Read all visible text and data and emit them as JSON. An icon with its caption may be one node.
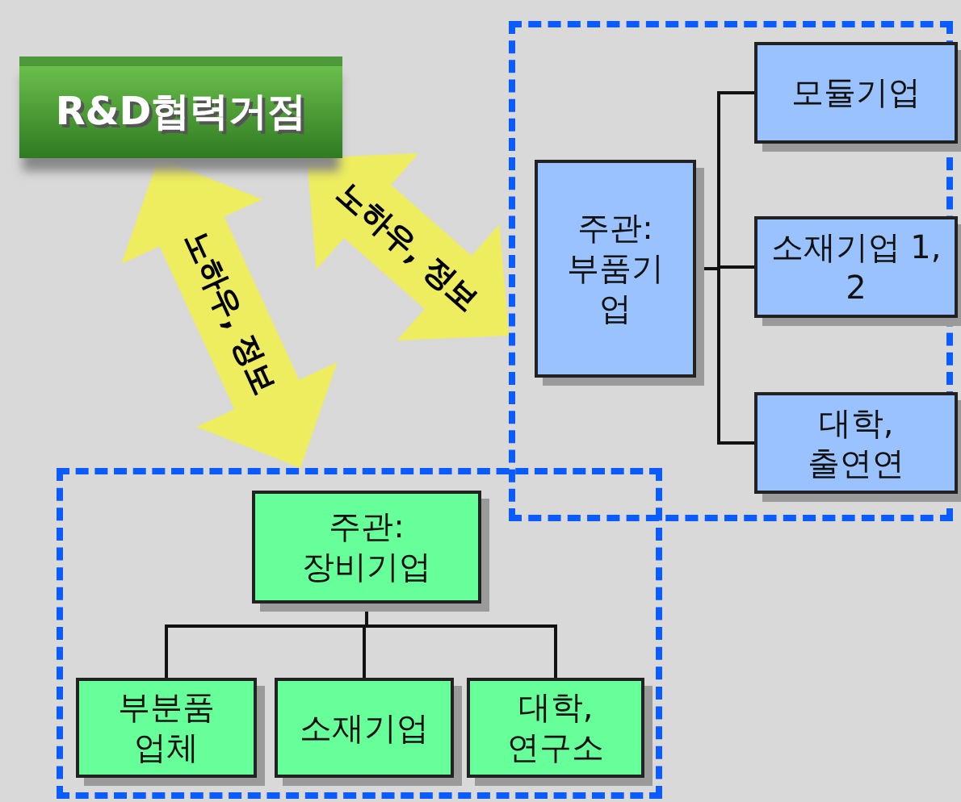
{
  "diagram": {
    "nodes": [
      {
        "text": [
          "R&D협력거점"
        ]
      },
      {
        "text": [],
        "shape": "box"
      },
      {
        "text": [
          "주관: 부품기업"
        ],
        "in": 1
      },
      {
        "text": [
          "모듈기업"
        ],
        "in": 1
      },
      {
        "text": [
          "소재기업 1, 2"
        ],
        "in": 1
      },
      {
        "text": [
          "대학, 출연연"
        ],
        "in": 1
      },
      {
        "text": [],
        "shape": "box"
      },
      {
        "text": [
          "주관: 장비기업"
        ],
        "in": 6
      },
      {
        "text": [
          "부분품 업체"
        ],
        "in": 6
      },
      {
        "text": [
          "소재기업"
        ],
        "in": 6
      },
      {
        "text": [
          "대학, 연구소"
        ],
        "in": 6
      }
    ],
    "edges": [
      {
        "from": 0,
        "to": 6,
        "arrow": "both",
        "label": "노하우, 정보"
      },
      {
        "from": 0,
        "to": 1,
        "arrow": "both",
        "label": "노하우, 정보"
      },
      {
        "from": 2,
        "to": 3,
        "arrow": "none"
      },
      {
        "from": 2,
        "to": 4,
        "arrow": "none"
      },
      {
        "from": 2,
        "to": 5,
        "arrow": "none"
      },
      {
        "from": 7,
        "to": 8,
        "arrow": "none"
      },
      {
        "from": 7,
        "to": 9,
        "arrow": "none"
      },
      {
        "from": 7,
        "to": 10,
        "arrow": "none"
      }
    ]
  }
}
